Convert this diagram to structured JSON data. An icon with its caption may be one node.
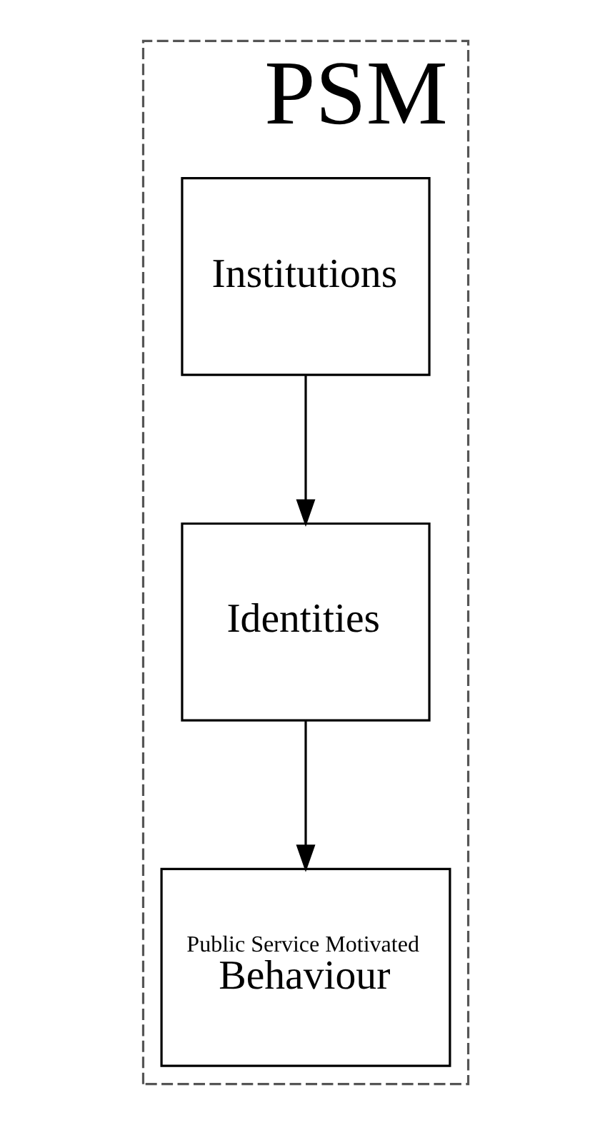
{
  "diagram": {
    "nodes": [
      {
        "text": [
          "PSM"
        ]
      },
      {
        "text": [
          "Institutions"
        ],
        "in": 0
      },
      {
        "text": [
          "Identities"
        ],
        "in": 0
      },
      {
        "text": [
          "Public Service Motivated",
          "Behaviour"
        ],
        "in": 0
      }
    ],
    "edges": [
      {
        "from": 1,
        "to": 2,
        "arrow": "to"
      },
      {
        "from": 2,
        "to": 3,
        "arrow": "to"
      }
    ]
  }
}
